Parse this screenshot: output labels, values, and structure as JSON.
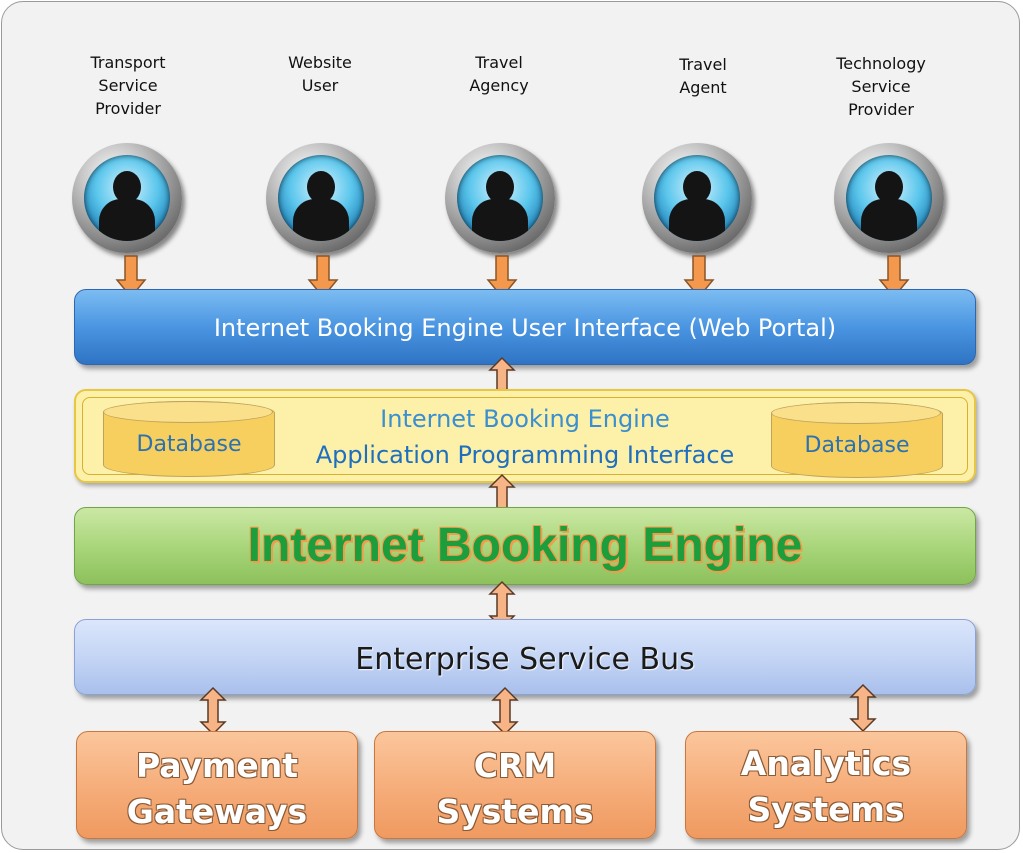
{
  "users": [
    {
      "label_lines": [
        "Transport",
        "Service",
        "Provider"
      ]
    },
    {
      "label_lines": [
        "Website",
        "User"
      ]
    },
    {
      "label_lines": [
        "Travel",
        "Agency"
      ]
    },
    {
      "label_lines": [
        "Travel",
        "Agent"
      ]
    },
    {
      "label_lines": [
        "Technology",
        "Service",
        "Provider"
      ]
    }
  ],
  "layers": {
    "ui": "Internet Booking Engine User Interface (Web Portal)",
    "api_line1": "Internet Booking Engine",
    "api_line2": "Application Programming Interface",
    "database_left": "Database",
    "database_right": "Database",
    "engine": "Internet Booking Engine",
    "esb": "Enterprise Service Bus"
  },
  "systems": [
    {
      "lines": [
        "Payment",
        "Gateways"
      ]
    },
    {
      "lines": [
        "CRM",
        "Systems"
      ]
    },
    {
      "lines": [
        "Analytics",
        "Systems"
      ]
    }
  ],
  "colors": {
    "arrow_fill": "#f3984d",
    "arrow_stroke": "#8a5428",
    "dbl_arrow_fill": "#f7b486",
    "dbl_arrow_stroke": "#5a3a25"
  },
  "icons": {
    "user": "user-avatar-icon"
  }
}
